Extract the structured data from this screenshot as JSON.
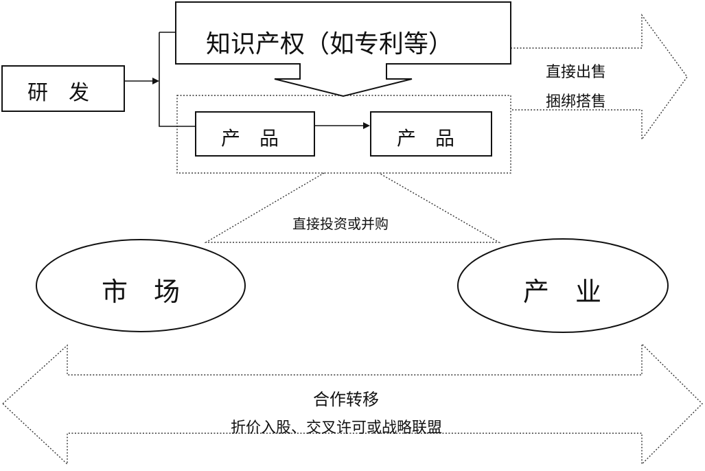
{
  "nodes": {
    "rd": "研　发",
    "ip": "知识产权（如专利等）",
    "product_left": "产　品",
    "product_right": "产　品",
    "market": "市　场",
    "industry": "产　业"
  },
  "labels": {
    "direct_sale": "直接出售",
    "bundle_sale": "捆绑搭售",
    "invest": "直接投资或并购",
    "cooperate": "合作转移",
    "cooperate_detail": "折价入股、交叉许可或战略联盟"
  }
}
